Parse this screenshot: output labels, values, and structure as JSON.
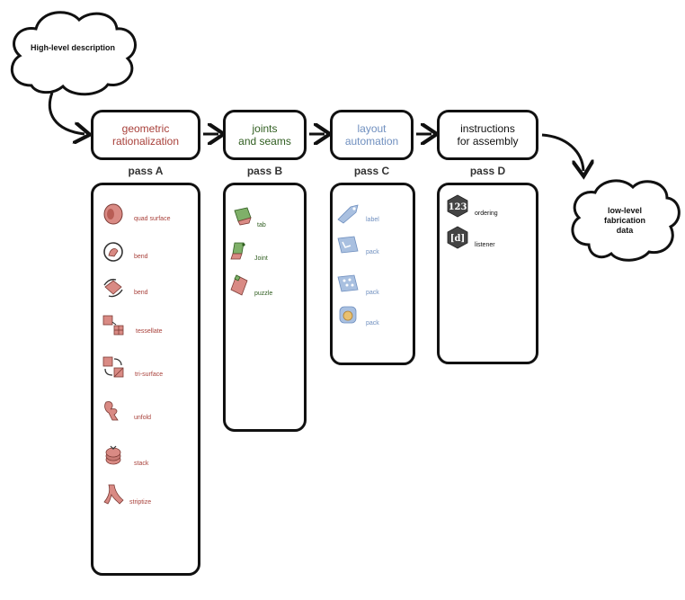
{
  "clouds": {
    "input": "High-level description",
    "output_lines": [
      "low-level",
      "fabrication",
      "data"
    ]
  },
  "stages": [
    {
      "title_lines": [
        "geometric",
        "rationalization"
      ],
      "pass": "pass A",
      "color": "#a8403a"
    },
    {
      "title_lines": [
        "joints",
        "and seams"
      ],
      "pass": "pass B",
      "color": "#2f5d1f"
    },
    {
      "title_lines": [
        "layout",
        "automation"
      ],
      "pass": "pass C",
      "color": "#6f8fbf"
    },
    {
      "title_lines": [
        "instructions",
        "for assembly"
      ],
      "pass": "pass D",
      "color": "#111111"
    }
  ],
  "components": {
    "passA": [
      {
        "label": "quad surface",
        "icon": "quad-surface-icon"
      },
      {
        "label": "bend",
        "icon": "bend-icon"
      },
      {
        "label": "bend",
        "icon": "bend-alt-icon"
      },
      {
        "label": "tessellate",
        "icon": "tessellate-icon"
      },
      {
        "label": "tri-surface",
        "icon": "tri-surface-icon"
      },
      {
        "label": "unfold",
        "icon": "unfold-icon"
      },
      {
        "label": "stack",
        "icon": "stack-icon"
      },
      {
        "label": "striptize",
        "icon": "striptize-icon"
      }
    ],
    "passB": [
      {
        "label": "tab",
        "icon": "tab-icon"
      },
      {
        "label": "Joint",
        "icon": "joint-icon"
      },
      {
        "label": "puzzle",
        "icon": "puzzle-icon"
      }
    ],
    "passC": [
      {
        "label": "label",
        "icon": "label-icon"
      },
      {
        "label": "pack",
        "icon": "pack-icon"
      },
      {
        "label": "pack",
        "icon": "pack-alt-icon"
      },
      {
        "label": "pack",
        "icon": "pack-sphere-icon"
      }
    ],
    "passD": [
      {
        "label": "ordering",
        "icon": "ordering-icon",
        "glyph": "123"
      },
      {
        "label": "listener",
        "icon": "listener-icon",
        "glyph": "[d]"
      }
    ]
  },
  "colors": {
    "red": "#a8403a",
    "green": "#2f5d1f",
    "blue": "#6f8fbf",
    "icon_red": "#d98a84",
    "icon_green": "#7fb069",
    "icon_blue": "#a9c0e0",
    "icon_dark": "#444444"
  }
}
